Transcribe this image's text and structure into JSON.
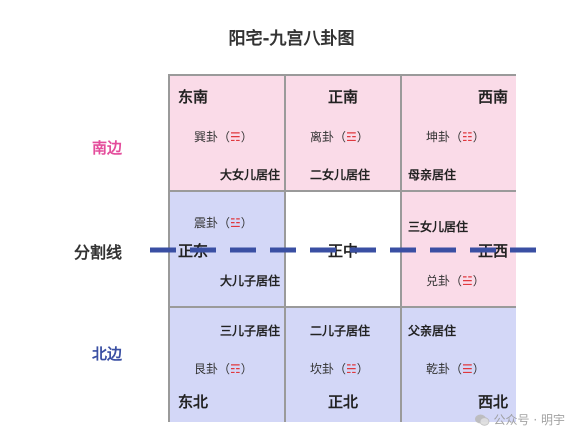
{
  "title": "阳宅-九宫八卦图",
  "side_labels": {
    "south": "南边",
    "north": "北边",
    "divider": "分割线"
  },
  "colors": {
    "south_label": "#e44d9c",
    "north_label": "#3a4fa3",
    "pink_cell": "#fadbe8",
    "blue_cell": "#d3d7f7",
    "dash_line": "#3a4fa3",
    "trigram": "#e0383e"
  },
  "cells": {
    "se": {
      "direction": "东南",
      "gua": "巽卦",
      "trigram": "☴",
      "resident": "大女儿居住",
      "color": "pink"
    },
    "s": {
      "direction": "正南",
      "gua": "离卦",
      "trigram": "☲",
      "resident": "二女儿居住",
      "color": "pink"
    },
    "sw": {
      "direction": "西南",
      "gua": "坤卦",
      "trigram": "☷",
      "resident": "母亲居住",
      "color": "pink"
    },
    "e": {
      "direction": "正东",
      "gua": "震卦",
      "trigram": "☳",
      "resident": "大儿子居住",
      "color": "blue"
    },
    "c": {
      "direction": "正中",
      "color": "white"
    },
    "w": {
      "direction": "正西",
      "gua": "兑卦",
      "trigram": "☱",
      "resident": "三女儿居住",
      "color": "pink"
    },
    "ne": {
      "direction": "东北",
      "gua": "艮卦",
      "trigram": "☶",
      "resident": "三儿子居住",
      "color": "blue"
    },
    "n": {
      "direction": "正北",
      "gua": "坎卦",
      "trigram": "☵",
      "resident": "二儿子居住",
      "color": "blue"
    },
    "nw": {
      "direction": "西北",
      "gua": "乾卦",
      "trigram": "☰",
      "resident": "父亲居住",
      "color": "blue"
    }
  },
  "paren_open": "（",
  "paren_close": "）",
  "watermark": {
    "icon": "wechat-icon",
    "text": "公众号 · 明宇"
  }
}
